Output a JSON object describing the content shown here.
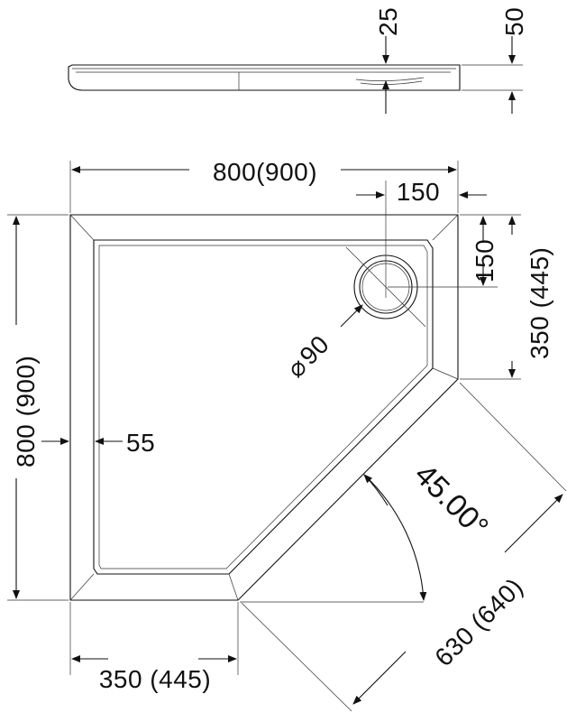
{
  "profile": {
    "rim_height": "25",
    "total_height": "50"
  },
  "top_view": {
    "overall_width": "800(900)",
    "overall_depth": "800 (900)",
    "drain_offset_x": "150",
    "drain_offset_y": "150",
    "right_side_length": "350 (445)",
    "bottom_side_length": "350 (445)",
    "rim_width": "55",
    "drain_diameter": "90",
    "drain_diameter_symbol": "⌀",
    "angle": "45.00°",
    "diagonal_length": "630 (640)"
  }
}
